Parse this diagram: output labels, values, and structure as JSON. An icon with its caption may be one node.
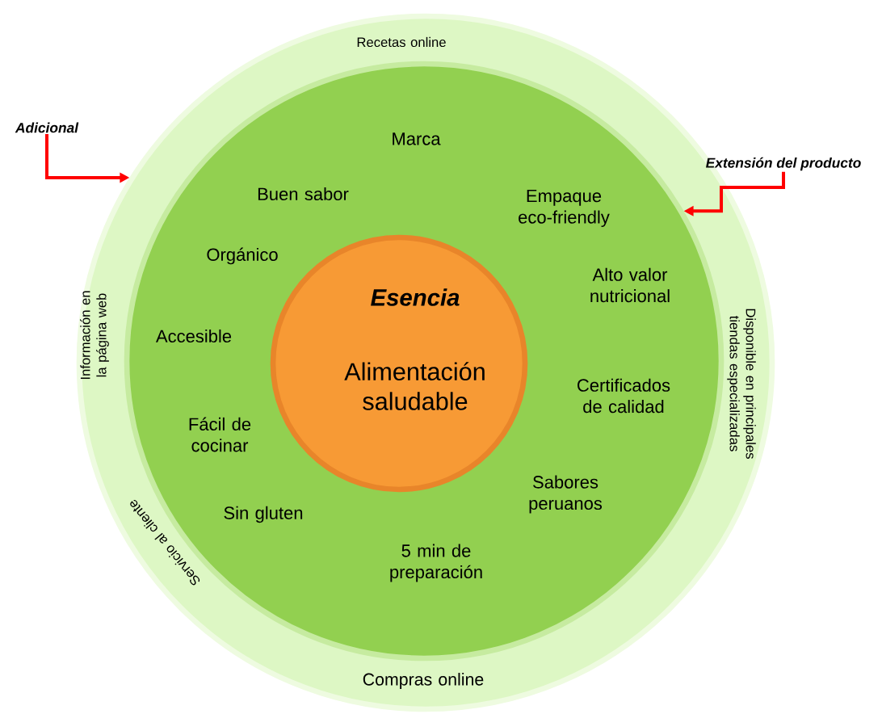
{
  "diagram": {
    "nodes": [
      {
        "text": [
          "Recetas online",
          "Información en la página web",
          "Disponible en principales tiendas especializadas",
          "Servicio al cliente",
          "Compras online"
        ]
      },
      {
        "text": [
          "Marca",
          "Buen sabor",
          "Empaque eco-friendly",
          "Orgánico",
          "Alto valor nutricional",
          "Accesible",
          "Certificados de calidad",
          "Fácil de cocinar",
          "Sabores peruanos",
          "Sin gluten",
          "5 min de preparación"
        ],
        "in": 0
      },
      {
        "text": [
          "Esencia",
          "Alimentación saludable"
        ],
        "in": 1
      },
      {
        "text": [
          "Adicional"
        ]
      },
      {
        "text": [
          "Extensión del producto"
        ]
      }
    ],
    "edges": [
      {
        "from": 3,
        "to": 0,
        "arrow": "to"
      },
      {
        "from": 4,
        "to": 1,
        "arrow": "to"
      }
    ]
  }
}
